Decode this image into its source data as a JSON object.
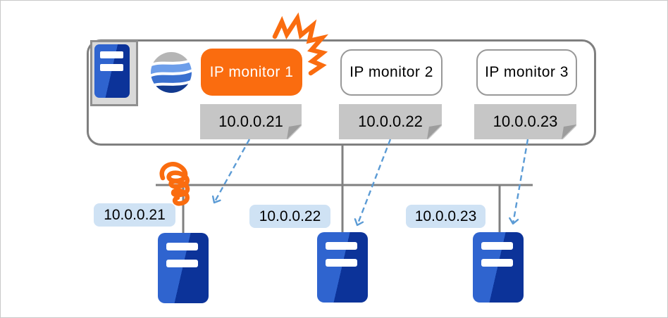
{
  "appliance": {
    "monitors": [
      {
        "label": "IP monitor 1",
        "ip": "10.0.0.21",
        "status": "alert"
      },
      {
        "label": "IP monitor 2",
        "ip": "10.0.0.22",
        "status": "normal"
      },
      {
        "label": "IP monitor 3",
        "ip": "10.0.0.23",
        "status": "normal"
      }
    ]
  },
  "network": {
    "servers": [
      {
        "ip": "10.0.0.21",
        "link": "broken"
      },
      {
        "ip": "10.0.0.22",
        "link": "ok"
      },
      {
        "ip": "10.0.0.23",
        "link": "ok"
      }
    ]
  },
  "icons": {
    "appliance_unit": "server-icon",
    "vendor_logo": "globe-wave-logo-icon",
    "alert": "explosion-icon",
    "link_fault": "coil-scribble-icon",
    "assignment": "dashed-arrow-icon"
  },
  "colors": {
    "accent_orange": "#fa6c0f",
    "server_blue": "#2f64cf",
    "server_navy": "#0c3399",
    "arrow_blue": "#5b9bd5",
    "line_gray": "#808080",
    "tag_gray": "#c6c6c6",
    "tag_fold_gray": "#9d9d9d",
    "ip_label_blue": "#cfe2f4"
  }
}
